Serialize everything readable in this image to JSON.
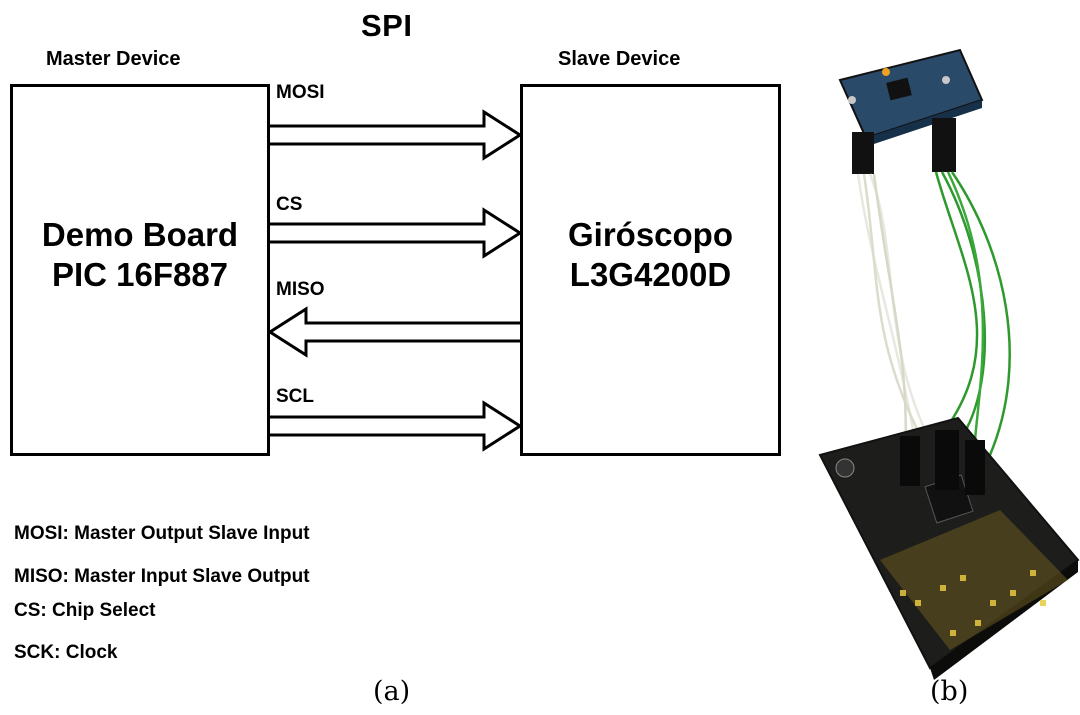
{
  "diagram": {
    "title": "SPI",
    "master": {
      "heading": "Master Device",
      "line1": "Demo Board",
      "line2": "PIC 16F887"
    },
    "slave": {
      "heading": "Slave Device",
      "line1": "Giróscopo",
      "line2": "L3G4200D"
    },
    "signals": [
      {
        "label": "MOSI",
        "direction": "master-to-slave"
      },
      {
        "label": "CS",
        "direction": "master-to-slave"
      },
      {
        "label": "MISO",
        "direction": "slave-to-master"
      },
      {
        "label": "SCL",
        "direction": "master-to-slave"
      }
    ],
    "legend": [
      "MOSI: Master Output Slave Input",
      "MISO: Master Input Slave Output",
      "CS: Chip Select",
      "SCK: Clock"
    ],
    "caption_a": "(a)"
  },
  "photo": {
    "caption_b": "(b)",
    "board_colors": {
      "pcb": "#1d1d1b",
      "silkscreen": "#e8c840",
      "sensor_pcb": "#2a4a6a",
      "wire_green": "#2e9a2e",
      "wire_white": "#e8e8e0"
    }
  }
}
